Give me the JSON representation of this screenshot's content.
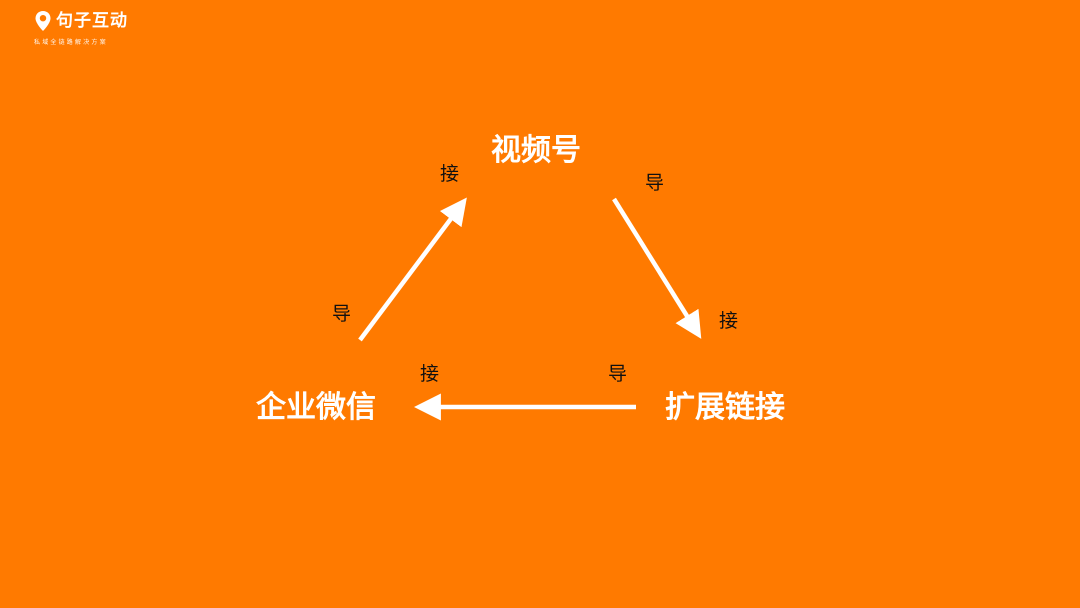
{
  "logo": {
    "name": "句子互动",
    "tagline": "私域全链路解决方案",
    "icon": "location-pin-icon"
  },
  "nodes": {
    "top": "视频号",
    "right": "扩展链接",
    "left": "企业微信"
  },
  "edges": {
    "top_to_right": {
      "from_label": "导",
      "to_label": "接"
    },
    "right_to_left": {
      "from_label": "导",
      "to_label": "接"
    },
    "left_to_top": {
      "from_label": "导",
      "to_label": "接"
    }
  },
  "colors": {
    "background": "#FF7A00",
    "node_text": "#FFFFFF",
    "edge_label_text": "#111111",
    "arrow": "#FFFFFF"
  }
}
